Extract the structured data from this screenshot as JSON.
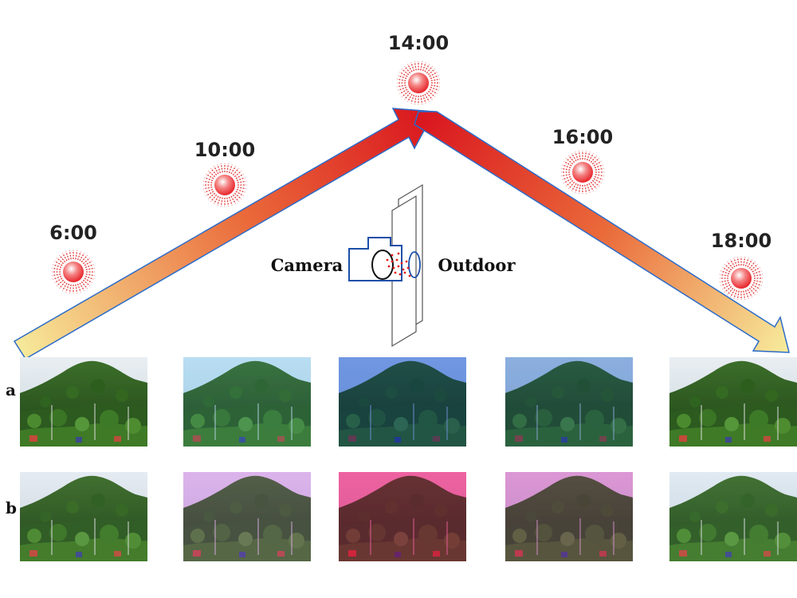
{
  "time_points": [
    {
      "time": "6:00"
    },
    {
      "time": "10:00"
    },
    {
      "time": "14:00"
    },
    {
      "time": "16:00"
    },
    {
      "time": "18:00"
    }
  ],
  "device": {
    "camera_label": "Camera",
    "outdoor_label": "Outdoor"
  },
  "rows": [
    {
      "label": "a",
      "tints": [
        "#f2efe6",
        "#79d0ff",
        "#1d5fe0",
        "#3478d6",
        "#ffffff"
      ],
      "tint_strength": [
        0.0,
        0.32,
        0.5,
        0.42,
        0.0
      ]
    },
    {
      "label": "b",
      "tints": [
        "#dfe8ff",
        "#e089f0",
        "#ff2a82",
        "#e060c8",
        "#cfe2ff"
      ],
      "tint_strength": [
        0.1,
        0.45,
        0.62,
        0.5,
        0.15
      ]
    }
  ],
  "colors": {
    "arrow_start": "#f7ec9c",
    "arrow_mid": "#ea6a3a",
    "arrow_peak": "#d9141e",
    "arrow_outline": "#2b6bc9",
    "sun_core": "#e8262c",
    "sun_rays": "#e23a3a",
    "device_outline": "#1b4fa8",
    "beam": "#e31b1b"
  }
}
